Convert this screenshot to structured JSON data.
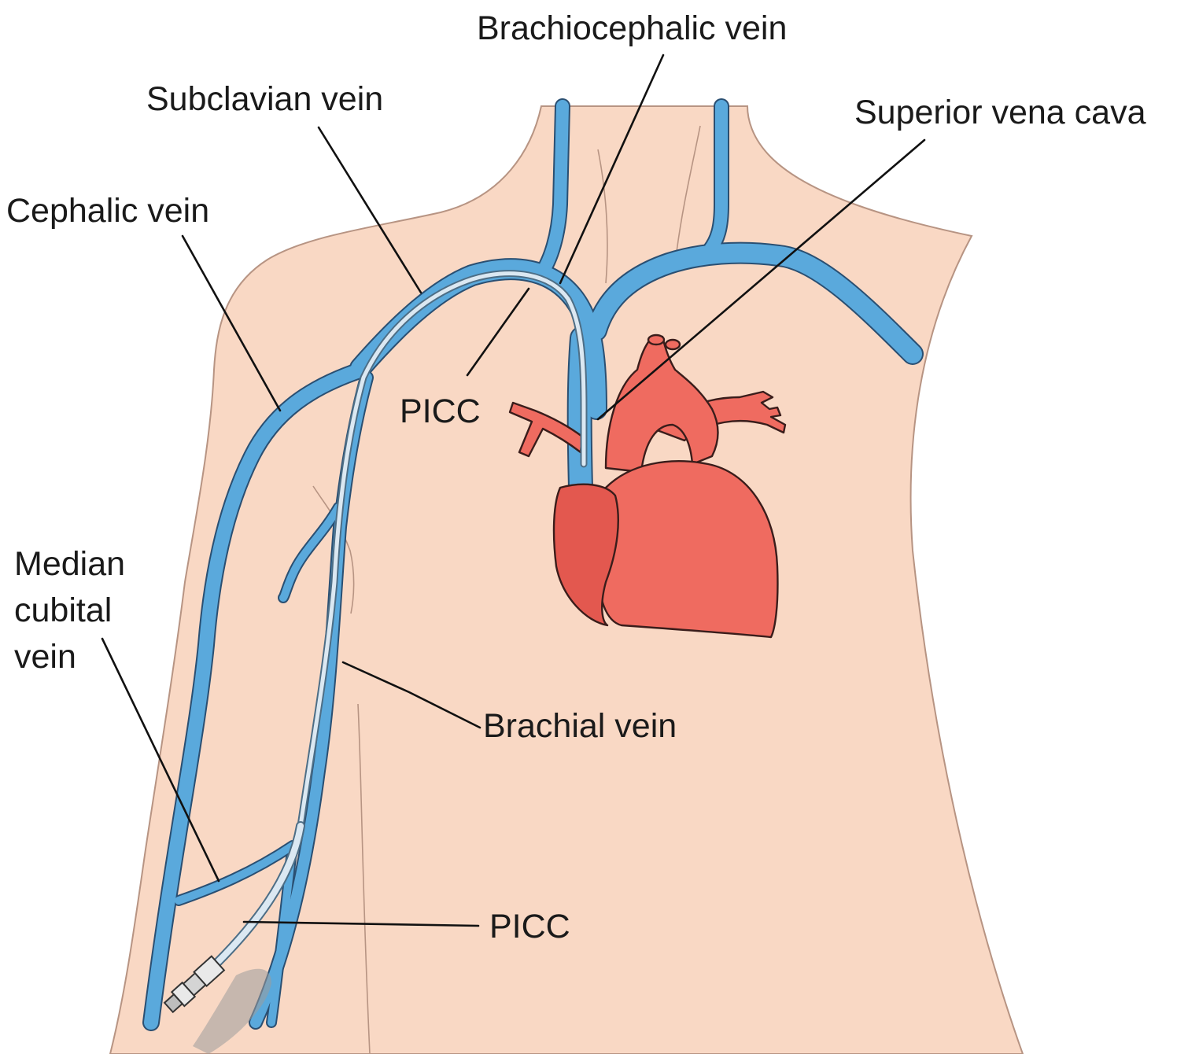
{
  "diagram": {
    "labels": {
      "brachiocephalic_vein": "Brachiocephalic vein",
      "subclavian_vein": "Subclavian vein",
      "superior_vena_cava": "Superior vena cava",
      "cephalic_vein": "Cephalic vein",
      "picc_upper": "PICC",
      "median_cubital_line1": "Median",
      "median_cubital_line2": "cubital",
      "median_cubital_line3": "vein",
      "brachial_vein": "Brachial vein",
      "picc_lower": "PICC"
    },
    "colors": {
      "skin": "#f9d8c4",
      "vein": "#5aa9dc",
      "heart": "#ef6b60",
      "catheter": "#dbe8f2"
    }
  }
}
